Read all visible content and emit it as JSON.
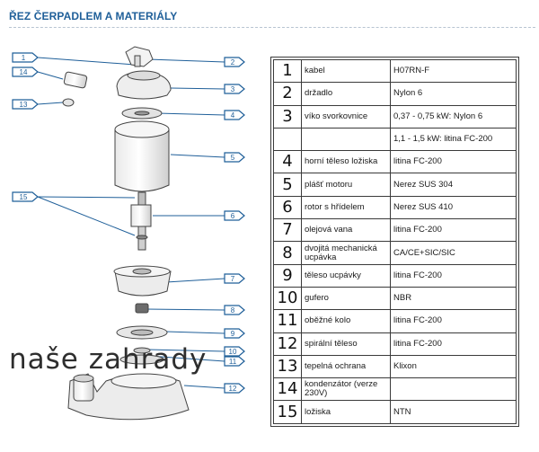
{
  "title": "ŘEZ ČERPADLEM A MATERIÁLY",
  "watermark": "naše zahrady",
  "callouts": [
    "1",
    "2",
    "3",
    "4",
    "5",
    "6",
    "7",
    "8",
    "9",
    "10",
    "11",
    "12",
    "13",
    "14",
    "15"
  ],
  "parts": [
    {
      "num": "1",
      "name": "kabel",
      "material": "H07RN-F"
    },
    {
      "num": "2",
      "name": "držadlo",
      "material": "Nylon 6"
    },
    {
      "num": "3",
      "name": "víko svorkovnice",
      "material": "0,37 - 0,75 kW: Nylon 6"
    },
    {
      "num": "",
      "name": "",
      "material": "1,1 - 1,5 kW: litina FC-200"
    },
    {
      "num": "4",
      "name": "horní těleso ložiska",
      "material": "litina FC-200"
    },
    {
      "num": "5",
      "name": "plášť motoru",
      "material": "Nerez SUS 304"
    },
    {
      "num": "6",
      "name": "rotor s hřídelem",
      "material": "Nerez SUS 410"
    },
    {
      "num": "7",
      "name": "olejová vana",
      "material": "litina FC-200"
    },
    {
      "num": "8",
      "name": "dvojitá mechanická ucpávka",
      "material": "CA/CE+SIC/SIC"
    },
    {
      "num": "9",
      "name": "těleso ucpávky",
      "material": "litina FC-200"
    },
    {
      "num": "10",
      "name": "gufero",
      "material": "NBR"
    },
    {
      "num": "11",
      "name": "oběžné kolo",
      "material": "litina FC-200"
    },
    {
      "num": "12",
      "name": "spirální těleso",
      "material": "litina FC-200"
    },
    {
      "num": "13",
      "name": "tepelná ochrana",
      "material": "Klixon"
    },
    {
      "num": "14",
      "name": "kondenzátor (verze 230V)",
      "material": ""
    },
    {
      "num": "15",
      "name": "ložiska",
      "material": "NTN"
    }
  ]
}
